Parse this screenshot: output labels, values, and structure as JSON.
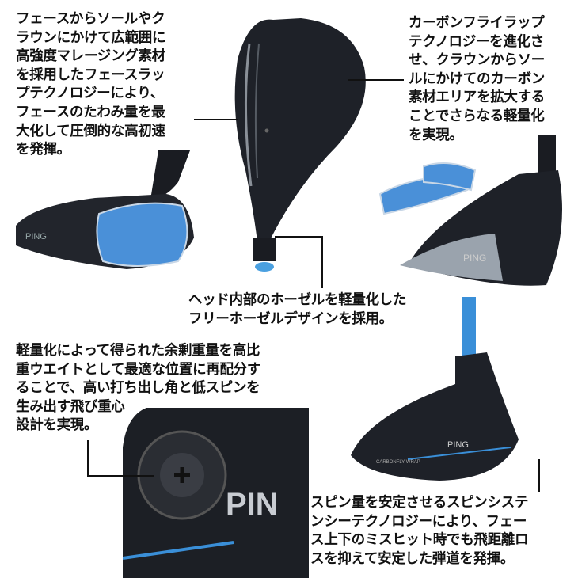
{
  "callouts": {
    "face_wrap": [
      "フェースからソールやク",
      "ラウンにかけて広範囲に",
      "高強度マレージング素材",
      "を採用したフェースラッ",
      "プテクノロジーにより、",
      "フェースのたわみ量を最",
      "大化して圧倒的な高初速",
      "を発揮。"
    ],
    "carbon_fly_wrap": [
      "カーボンフライラップ",
      "テクノロジーを進化さ",
      "せ、クラウンからソー",
      "ルにかけてのカーボン",
      "素材エリアを拡大する",
      "ことでさらなる軽量化",
      "を実現。"
    ],
    "free_hosel": [
      "ヘッド内部のホーゼルを軽量化した",
      "フリーホーゼルデザインを採用。"
    ],
    "weight": [
      "軽量化によって得られた余剰重量を高比",
      "重ウエイトとして最適な位置に再配分す",
      "ることで、高い打ち出し角と低スピンを",
      "生み出す飛び重心",
      "設計を実現。"
    ],
    "spin_sistency": [
      "スピン量を安定させるスピンシステ",
      "ンシーテクノロジーにより、フェー",
      "ス上下のミスヒット時でも飛距離ロ",
      "スを抑えて安定した弾道を発揮。"
    ]
  },
  "logos": {
    "brand": "PING",
    "sole_mark": "CARBONFLY WRAP"
  },
  "colors": {
    "club_dark": "#1a1c22",
    "accent_blue": "#2f7fd0",
    "face_blue": "#4a90d8"
  }
}
